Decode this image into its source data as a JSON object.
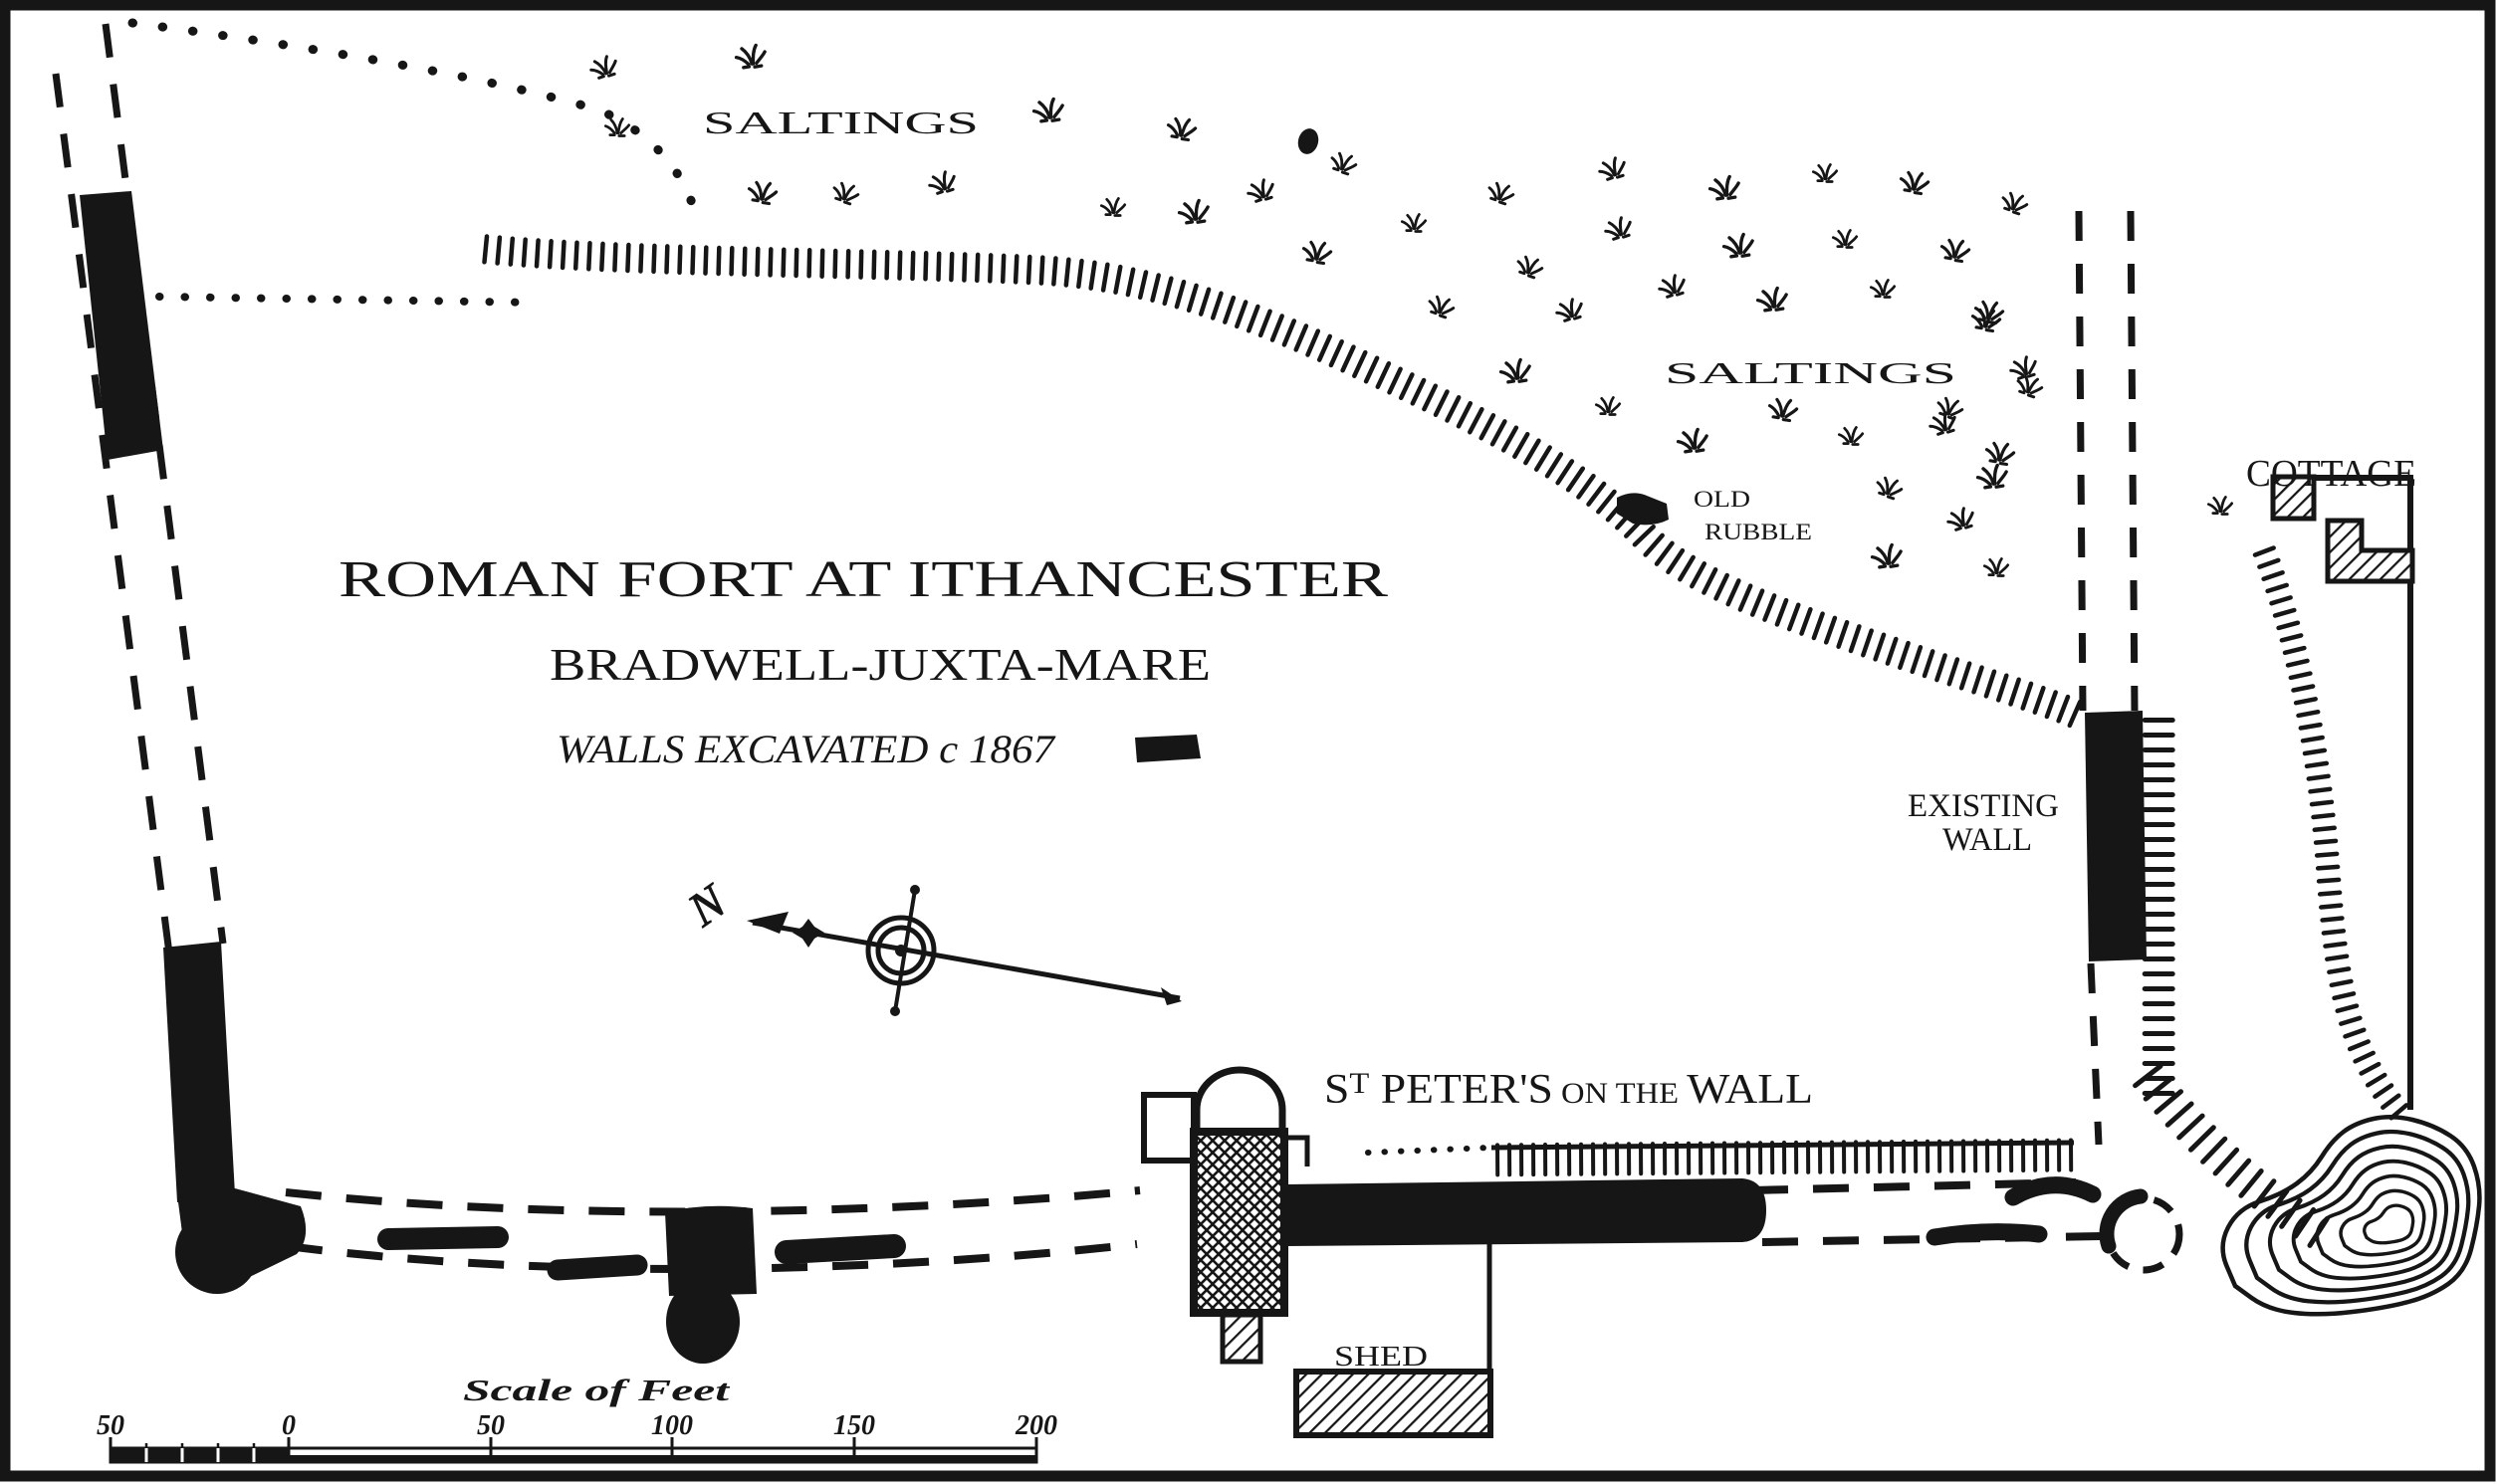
{
  "map": {
    "title": "ROMAN FORT AT ITHANCESTER",
    "subtitle": "BRADWELL-JUXTA-MARE",
    "legend_text": "WALLS EXCAVATED c 1867",
    "saltings_west": "SALTINGS",
    "saltings_east": "SALTINGS",
    "old_rubble_1": "OLD",
    "old_rubble_2": "RUBBLE",
    "cottage": "COTTAGE",
    "existing_wall_1": "EXISTING",
    "existing_wall_2": "WALL",
    "st_peters_s": "S",
    "st_peters_t": "T",
    "st_peters_name": " PETER'S",
    "st_peters_mid": "  ON THE  ",
    "st_peters_end": "WALL",
    "shed": "SHED",
    "north_letter": "N",
    "scale": {
      "title": "Scale of Feet",
      "ticks": [
        "50",
        "0",
        "50",
        "100",
        "150",
        "200"
      ]
    },
    "colors": {
      "ink": "#161616",
      "paper": "#ffffff"
    }
  }
}
